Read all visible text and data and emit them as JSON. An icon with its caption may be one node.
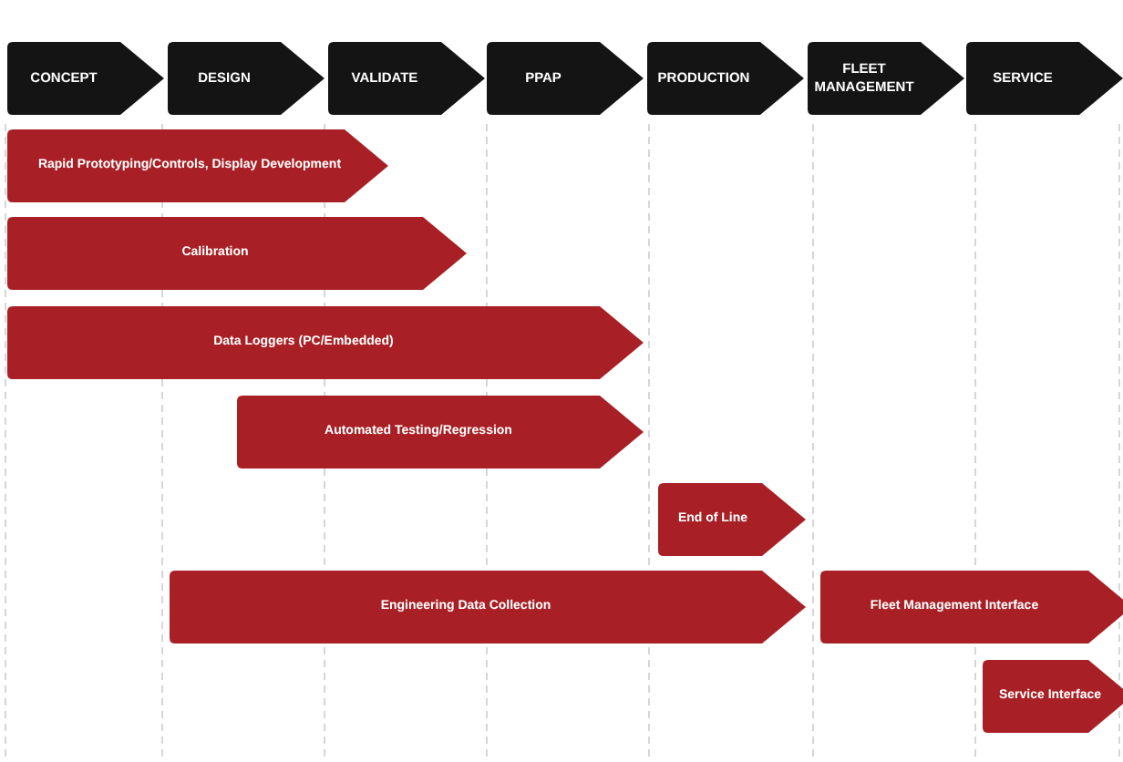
{
  "diagram": {
    "nodes": [
      {
        "text": [
          "CONCEPT"
        ]
      },
      {
        "text": [
          "DESIGN"
        ]
      },
      {
        "text": [
          "VALIDATE"
        ]
      },
      {
        "text": [
          "PPAP"
        ]
      },
      {
        "text": [
          "PRODUCTION"
        ]
      },
      {
        "text": [
          "FLEET MANAGEMENT"
        ]
      },
      {
        "text": [
          "SERVICE"
        ]
      },
      {
        "text": [
          "Rapid Prototyping/Controls, Display Development"
        ]
      },
      {
        "text": [
          "Calibration"
        ]
      },
      {
        "text": [
          "Data Loggers (PC/Embedded)"
        ]
      },
      {
        "text": [
          "Automated Testing/Regression"
        ]
      },
      {
        "text": [
          "End of Line"
        ]
      },
      {
        "text": [
          "Engineering Data Collection"
        ]
      },
      {
        "text": [
          "Fleet Management Interface"
        ]
      },
      {
        "text": [
          "Service Interface"
        ]
      }
    ]
  }
}
